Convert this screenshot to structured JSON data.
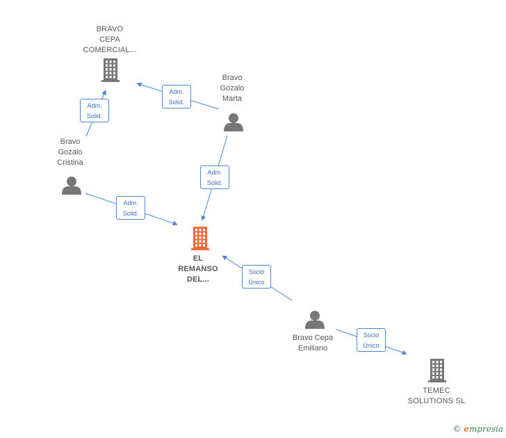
{
  "nodes": {
    "bravo_cepa_comercial": {
      "label": "BRAVO\nCEPA\nCOMERCIAL...",
      "type": "company",
      "color": "#777777"
    },
    "bravo_gozalo_marta": {
      "label": "Bravo\nGozalo\nMarta",
      "type": "person",
      "color": "#777777"
    },
    "bravo_gozalo_cristina": {
      "label": "Bravo\nGozalo\nCristina",
      "type": "person",
      "color": "#777777"
    },
    "el_remanso": {
      "label": "EL\nREMANSO\nDEL...",
      "type": "company",
      "color": "#f26a3a"
    },
    "bravo_cepa_emiliano": {
      "label": "Bravo Cepa\nEmiliano",
      "type": "person",
      "color": "#777777"
    },
    "temec_solutions": {
      "label": "TEMEC\nSOLUTIONS  SL",
      "type": "company",
      "color": "#777777"
    }
  },
  "edges": [
    {
      "from": "bravo_gozalo_cristina",
      "to": "bravo_cepa_comercial",
      "label": "Adm.\nSolid."
    },
    {
      "from": "bravo_gozalo_marta",
      "to": "bravo_cepa_comercial",
      "label": "Adm.\nSolid."
    },
    {
      "from": "bravo_gozalo_marta",
      "to": "el_remanso",
      "label": "Adm.\nSolid."
    },
    {
      "from": "bravo_gozalo_cristina",
      "to": "el_remanso",
      "label": "Adm.\nSolid."
    },
    {
      "from": "bravo_cepa_emiliano",
      "to": "el_remanso",
      "label": "Socio\nÚnico"
    },
    {
      "from": "bravo_cepa_emiliano",
      "to": "temec_solutions",
      "label": "Socio\nÚnico"
    }
  ],
  "colors": {
    "edge": "#4a86d8",
    "icon_default": "#777777",
    "icon_focus": "#f26a3a"
  },
  "footer": {
    "copyright_symbol": "©",
    "brand_initial": "e",
    "brand_rest": "mpresia"
  }
}
